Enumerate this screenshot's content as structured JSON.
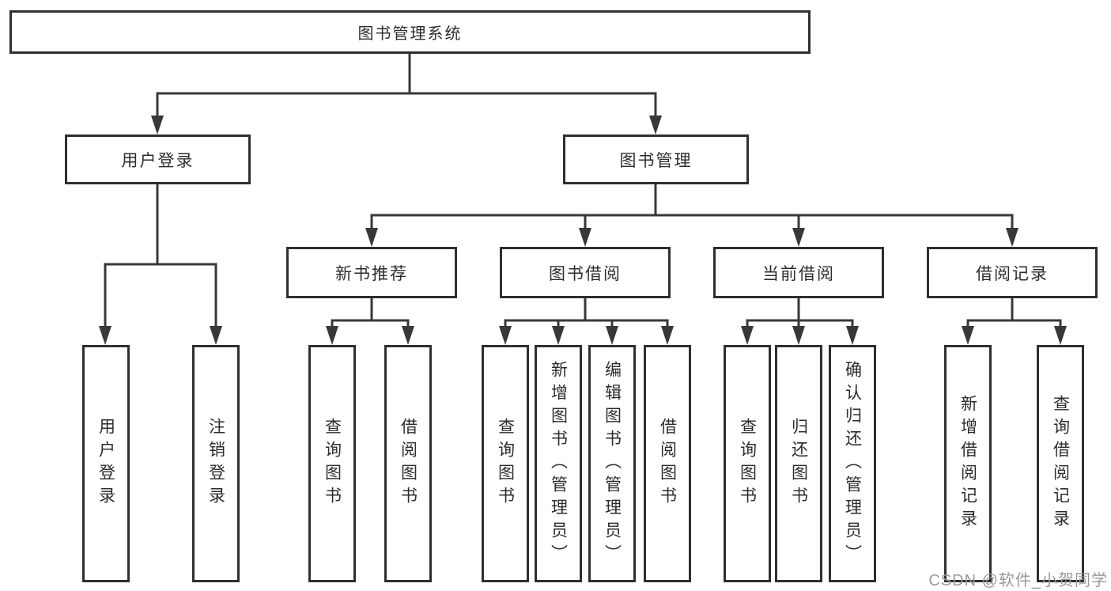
{
  "diagram": {
    "root": {
      "label": "图书管理系统"
    },
    "level2": [
      {
        "label": "用户登录"
      },
      {
        "label": "图书管理"
      }
    ],
    "level3": [
      {
        "label": "新书推荐"
      },
      {
        "label": "图书借阅"
      },
      {
        "label": "当前借阅"
      },
      {
        "label": "借阅记录"
      }
    ],
    "leaves": {
      "user_login": [
        "用户登录",
        "注销登录"
      ],
      "new_book_recommend": [
        "查询图书",
        "借阅图书"
      ],
      "book_borrow": [
        "查询图书",
        "新增图书（管理员）",
        "编辑图书（管理员）",
        "借阅图书"
      ],
      "current_borrow": [
        "查询图书",
        "归还图书",
        "确认归还（管理员）"
      ],
      "borrow_records": [
        "新增借阅记录",
        "查询借阅记录"
      ]
    }
  },
  "watermark": {
    "text": "CSDN @软件_小贺同学",
    "color": "#999999"
  },
  "colors": {
    "line": "#383838",
    "box_border": "#2f2f2f",
    "text": "#2d2d2d",
    "background": "#ffffff",
    "watermark": "#999999"
  }
}
